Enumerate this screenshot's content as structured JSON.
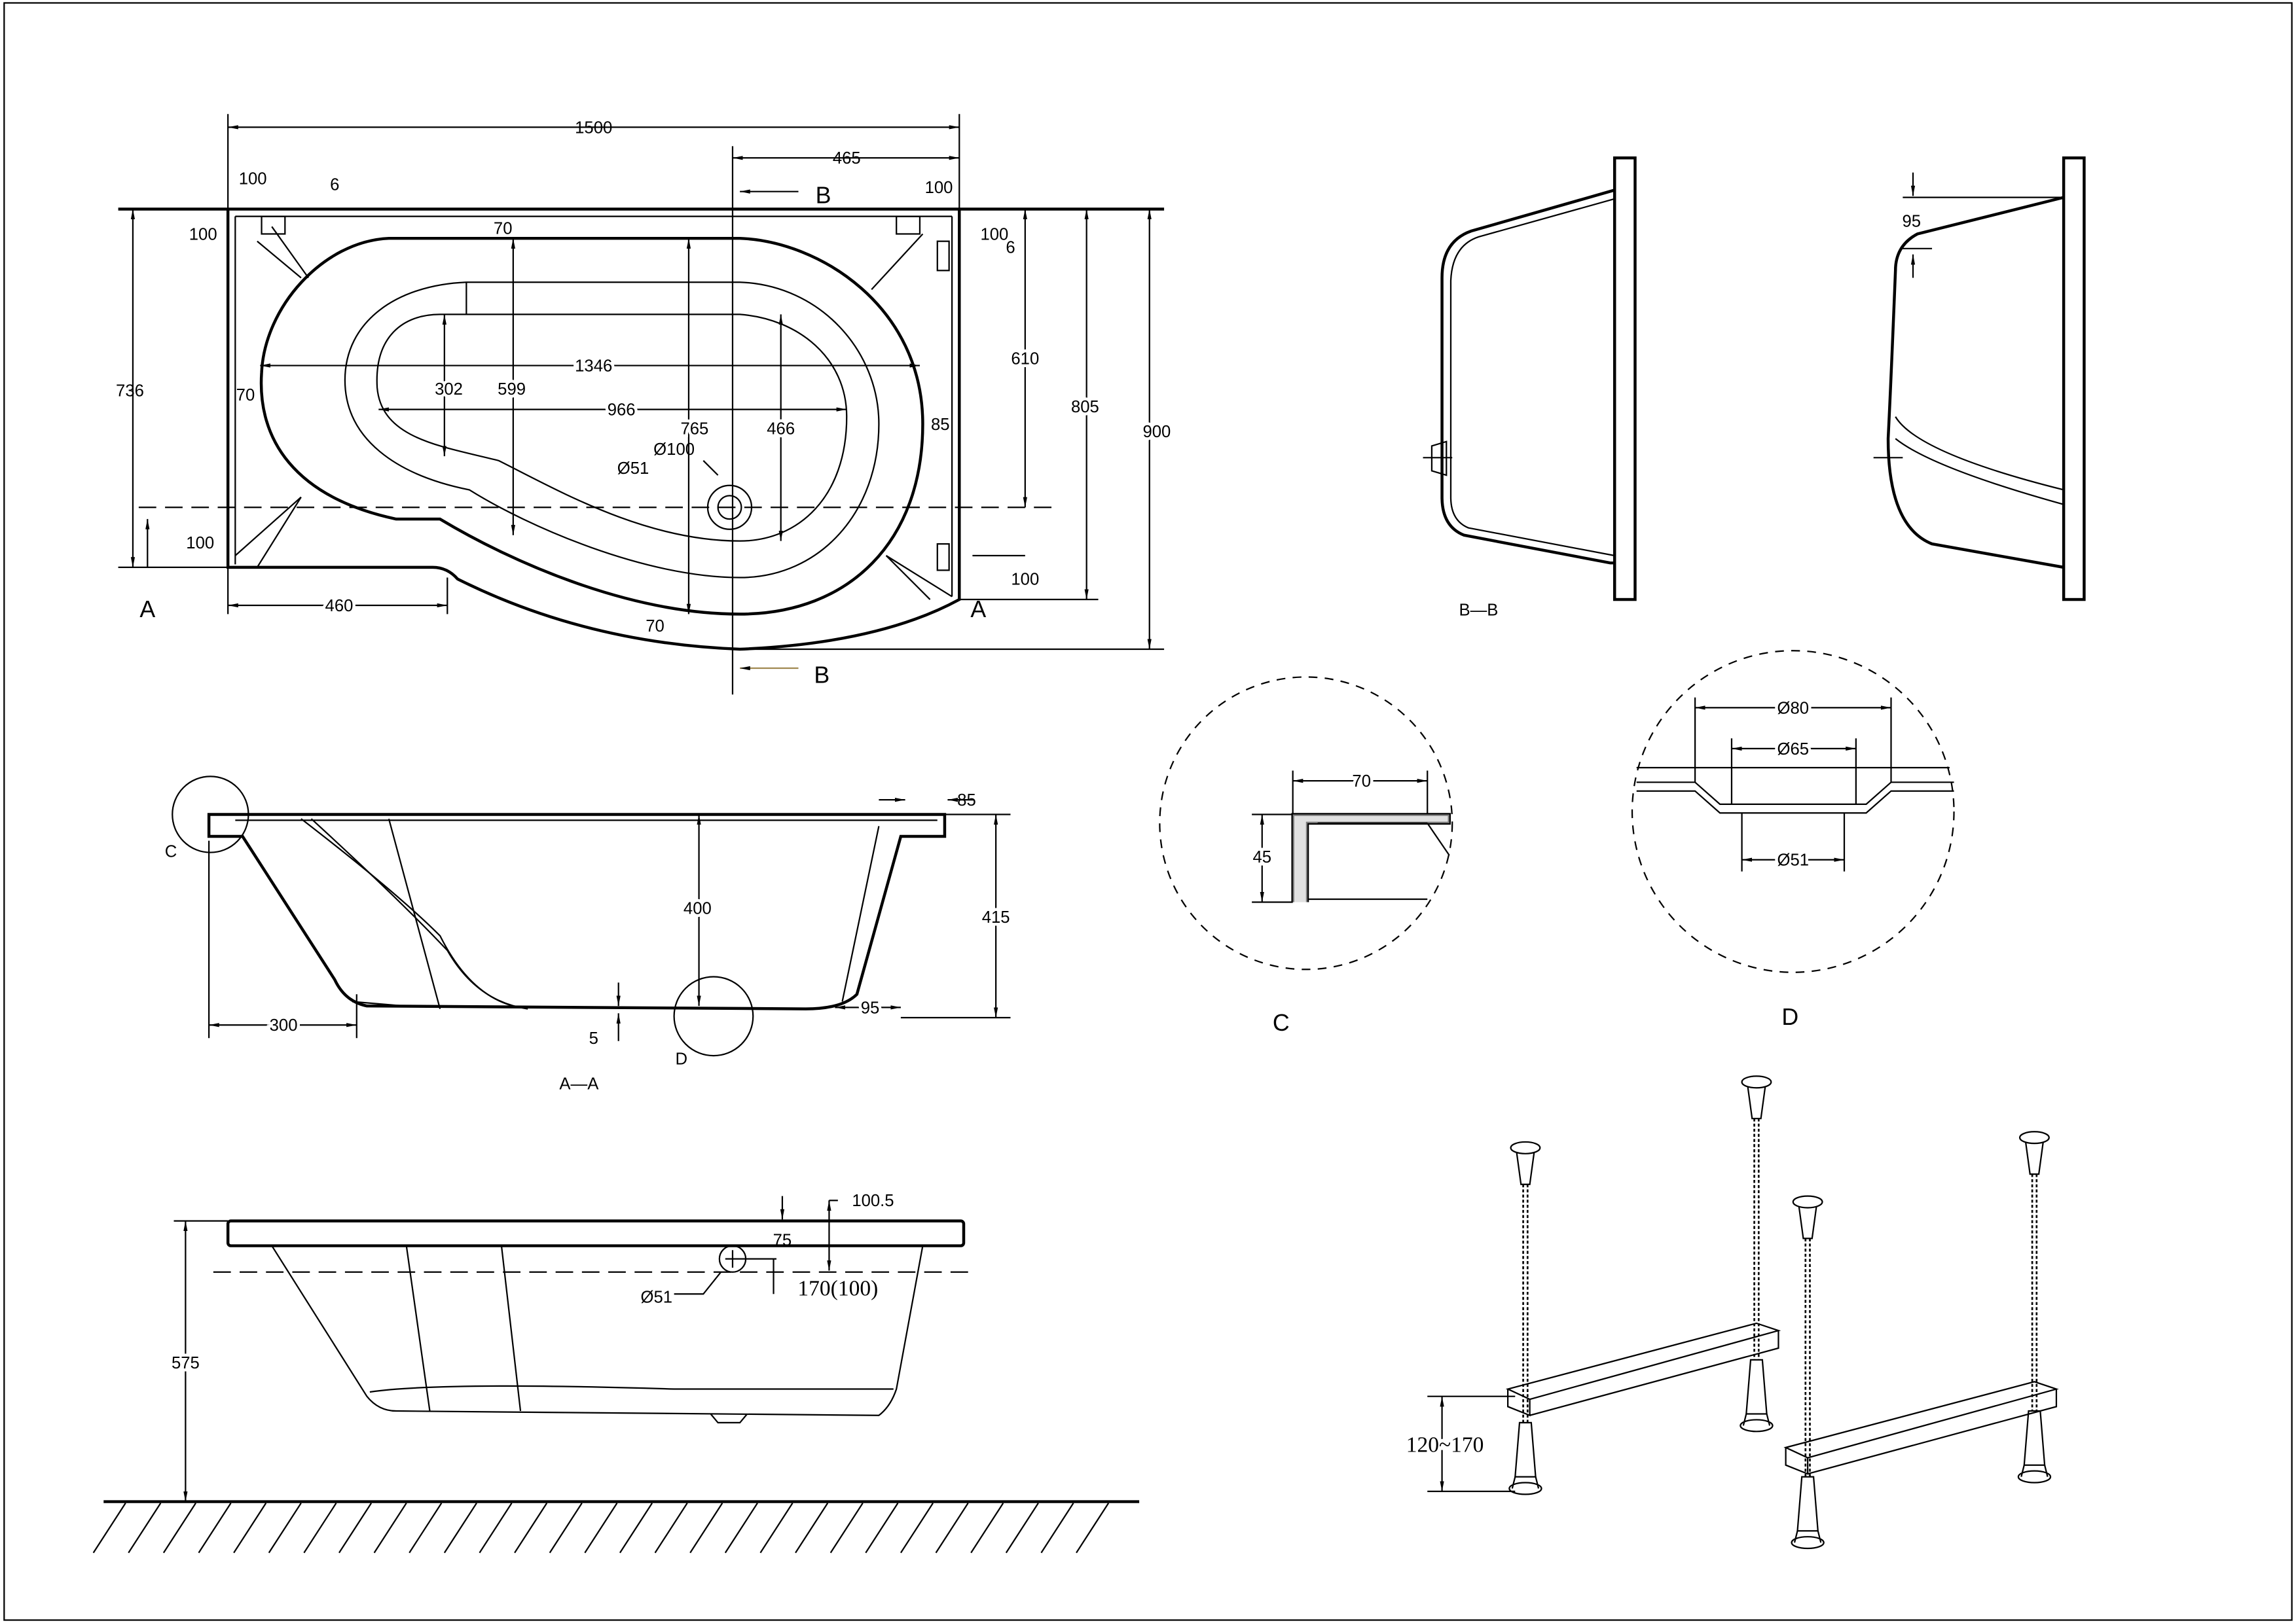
{
  "plan_view": {
    "dims": {
      "overall_length": "1500",
      "drain_offset": "465",
      "leg_left": "100",
      "lip_left": "6",
      "section_b_top": "B",
      "leg_right": "100",
      "corner_left": "100",
      "rim_top": "70",
      "corner_right": "100",
      "lip_right": "6",
      "overall_width_left": "736",
      "rim_left": "70",
      "inner_length": "1346",
      "floor_narrow": "302",
      "inner_width_left": "599",
      "floor_length": "966",
      "inner_width_center": "765",
      "floor_width": "466",
      "right_width": "610",
      "right_depth": "805",
      "overall_depth": "900",
      "rim_right": "85",
      "drain_outer": "Ø100",
      "drain_inner": "Ø51",
      "corner_bottom_left": "100",
      "corner_bottom_right": "100",
      "straight_section": "460",
      "section_a_left": "A",
      "section_a_right": "A",
      "rim_bottom": "70",
      "section_b_bottom": "B"
    }
  },
  "section_aa": {
    "detail_c_marker": "C",
    "rim_right": "85",
    "inner_depth": "400",
    "outer_depth": "415",
    "left_slope": "300",
    "right_slope": "95",
    "floor_thickness": "5",
    "detail_d_marker": "D",
    "title": "A—A"
  },
  "front_view": {
    "rim_to_overflow": "100.5",
    "overflow_offset": "75",
    "overflow_diameter": "Ø51",
    "leg_height": "170(100)",
    "total_height": "575"
  },
  "section_bb": {
    "title": "B—B",
    "rim_height": "95"
  },
  "detail_c": {
    "width": "70",
    "height": "45",
    "title": "C"
  },
  "detail_d": {
    "outer": "Ø80",
    "middle": "Ø65",
    "inner": "Ø51",
    "title": "D"
  },
  "legs": {
    "adjust_range": "120~170"
  }
}
